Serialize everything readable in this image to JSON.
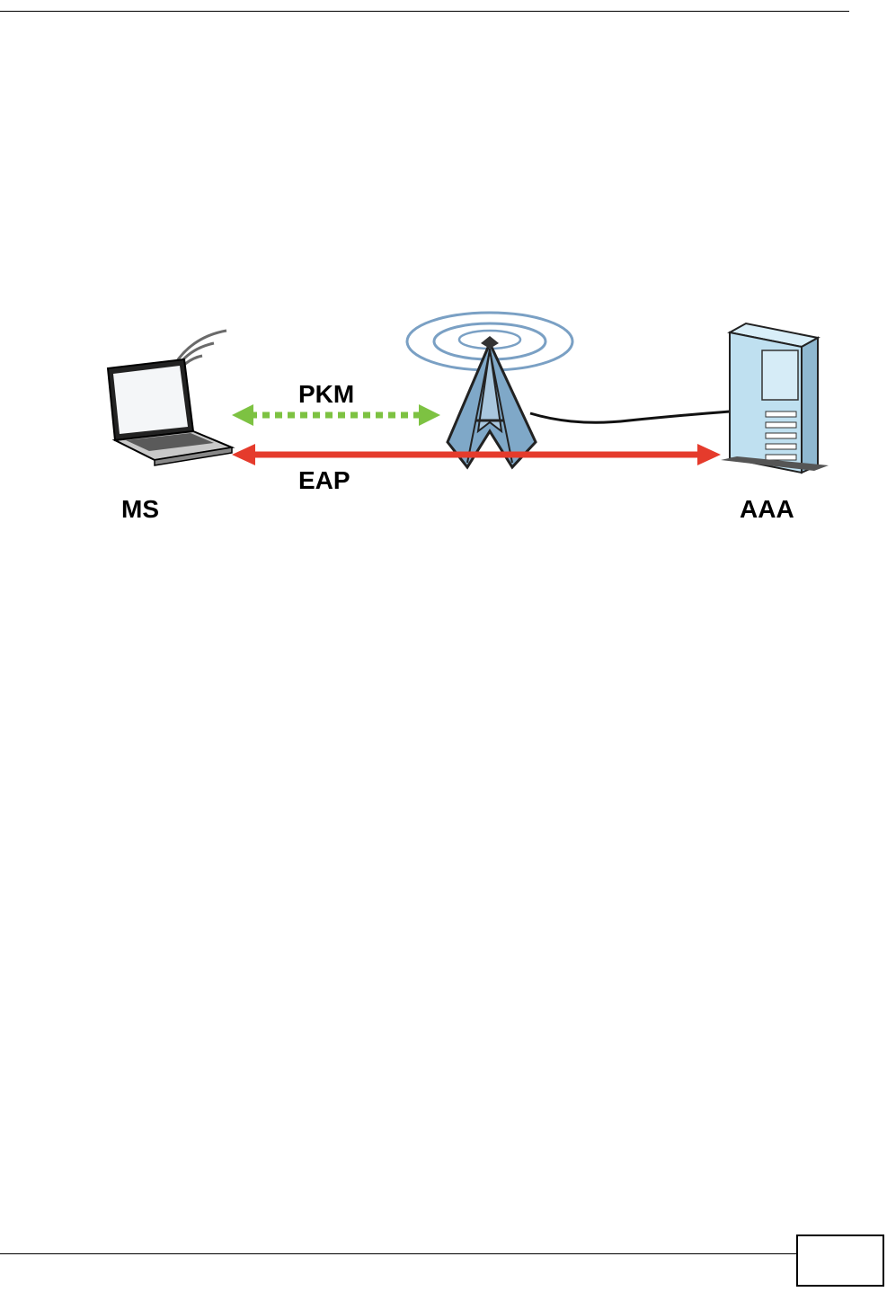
{
  "diagram": {
    "labels": {
      "pkm": "PKM",
      "eap": "EAP",
      "ms": "MS",
      "aaa": "AAA"
    },
    "colors": {
      "pkm_arrow": "#7dc242",
      "eap_arrow": "#e53b2c",
      "tower": "#7fa8c8",
      "server": "#bfe0f0"
    }
  }
}
